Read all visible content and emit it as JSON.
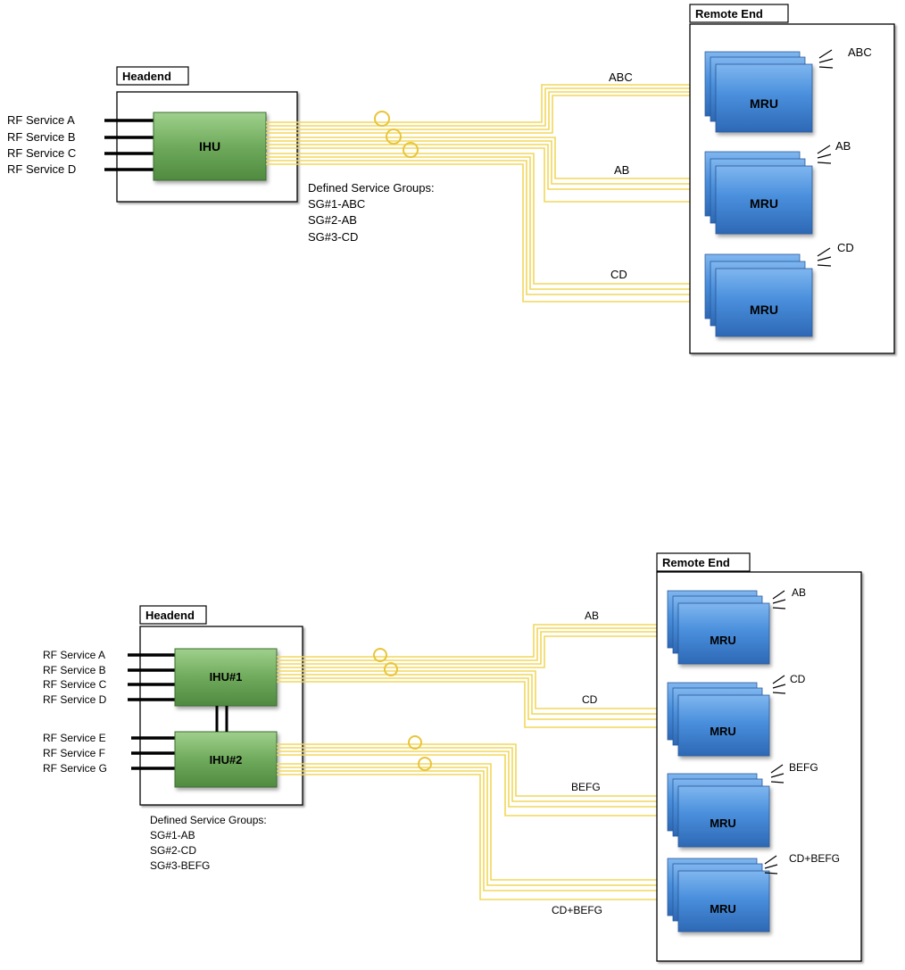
{
  "diagram_top": {
    "headend": {
      "title": "Headend",
      "unit_label": "IHU",
      "services": [
        "RF Service A",
        "RF Service B",
        "RF Service C",
        "RF Service D"
      ]
    },
    "service_groups": {
      "title": "Defined Service Groups:",
      "items": [
        "SG#1-ABC",
        "SG#2-AB",
        "SG#3-CD"
      ]
    },
    "remote": {
      "title": "Remote End",
      "units": [
        {
          "label": "MRU",
          "coverage": "ABC",
          "link_label": "ABC"
        },
        {
          "label": "MRU",
          "coverage": "AB",
          "link_label": "AB"
        },
        {
          "label": "MRU",
          "coverage": "CD",
          "link_label": "CD"
        }
      ]
    }
  },
  "diagram_bottom": {
    "headend": {
      "title": "Headend",
      "unit1_label": "IHU#1",
      "unit2_label": "IHU#2",
      "services_unit1": [
        "RF Service A",
        "RF Service B",
        "RF Service C",
        "RF Service D"
      ],
      "services_unit2": [
        "RF Service E",
        "RF Service F",
        "RF Service G"
      ]
    },
    "service_groups": {
      "title": "Defined Service Groups:",
      "items": [
        "SG#1-AB",
        "SG#2-CD",
        "SG#3-BEFG"
      ]
    },
    "remote": {
      "title": "Remote End",
      "units": [
        {
          "label": "MRU",
          "coverage": "AB",
          "link_label": "AB"
        },
        {
          "label": "MRU",
          "coverage": "CD",
          "link_label": "CD"
        },
        {
          "label": "MRU",
          "coverage": "BEFG",
          "link_label": "BEFG"
        },
        {
          "label": "MRU",
          "coverage": "CD+BEFG",
          "link_label": "CD+BEFG"
        }
      ]
    }
  },
  "colors": {
    "ihu_fill": "#7cb36a",
    "mru_fill": "#4a90dc",
    "fiber": "#f2d75a"
  }
}
